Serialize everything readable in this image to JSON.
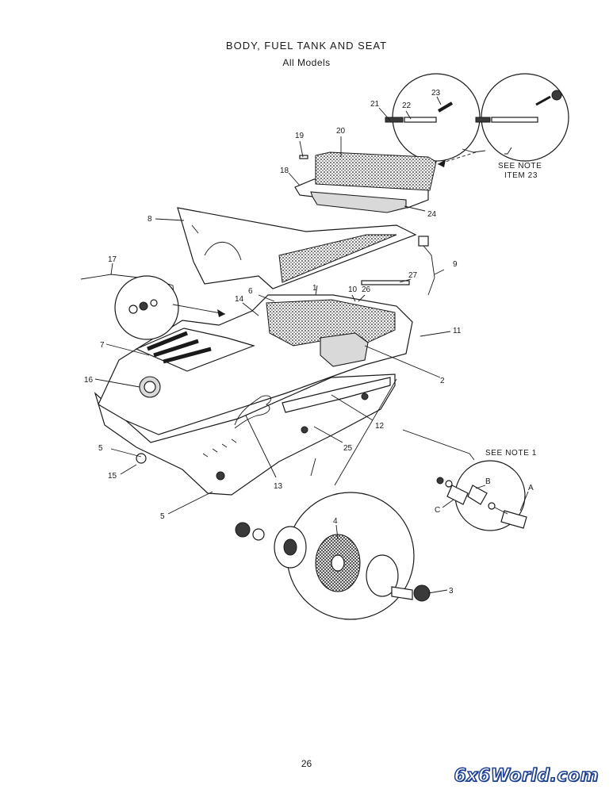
{
  "header": {
    "title": "BODY, FUEL TANK AND SEAT",
    "subtitle": "All Models"
  },
  "callouts": [
    "1",
    "2",
    "3",
    "4",
    "5",
    "5",
    "6",
    "7",
    "8",
    "9",
    "10",
    "11",
    "12",
    "13",
    "14",
    "15",
    "16",
    "17",
    "18",
    "19",
    "20",
    "21",
    "22",
    "23",
    "24",
    "25",
    "26",
    "27"
  ],
  "detail_letters": [
    "A",
    "B",
    "C"
  ],
  "notes": {
    "note_23_line1": "SEE NOTE",
    "note_23_line2": "ITEM 23",
    "note_1": "SEE NOTE 1"
  },
  "footer": {
    "page_number": "26",
    "watermark": "6x6World.com"
  },
  "colors": {
    "ink": "#1a1a1a",
    "watermark_blue": "#1c3f8f"
  }
}
